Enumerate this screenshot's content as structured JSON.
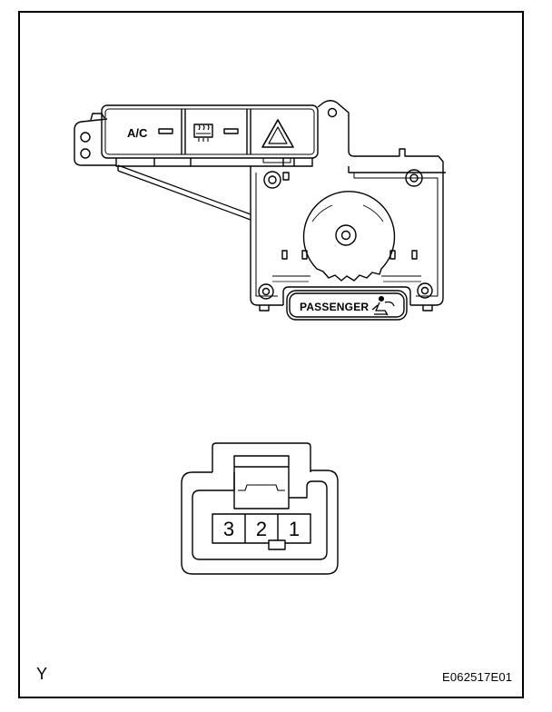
{
  "switch_panel": {
    "ac_label": "A/C",
    "passenger_label": "PASSENGER",
    "buttons": [
      {
        "name": "ac-button",
        "icon": "ac-text"
      },
      {
        "name": "rear-defogger-button",
        "icon": "rear-defogger-icon"
      },
      {
        "name": "hazard-button",
        "icon": "hazard-warning-icon"
      }
    ],
    "passenger_icon": "passenger-airbag-seat-icon"
  },
  "connector": {
    "pins": [
      "3",
      "2",
      "1"
    ]
  },
  "footer": {
    "corner_letter": "Y",
    "figure_code": "E062517E01"
  }
}
